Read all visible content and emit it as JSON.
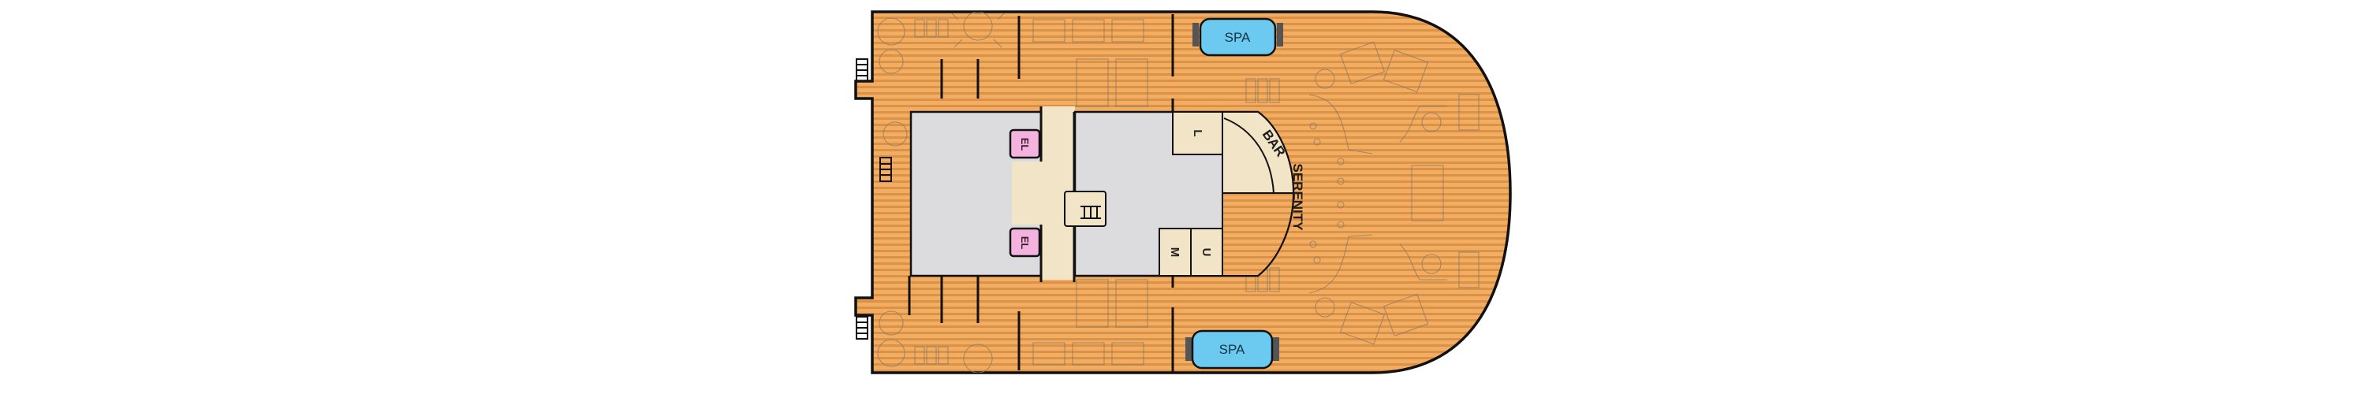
{
  "deck_plan": {
    "colors": {
      "deck_wood": "#f0a95e",
      "deck_stripe": "#d98f48",
      "interior_gray": "#dcdcde",
      "corridor_beige": "#f1e4c7",
      "elevator_pink": "#f4b3df",
      "spa_blue": "#6ccaf0",
      "outline": "#111111"
    },
    "labels": {
      "spa_top": "SPA",
      "spa_bottom": "SPA",
      "elevator_top": "EL",
      "elevator_bottom": "EL",
      "room_l": "L",
      "room_m": "M",
      "room_u": "U",
      "bar": "BAR",
      "serenity": "SERENITY"
    }
  }
}
